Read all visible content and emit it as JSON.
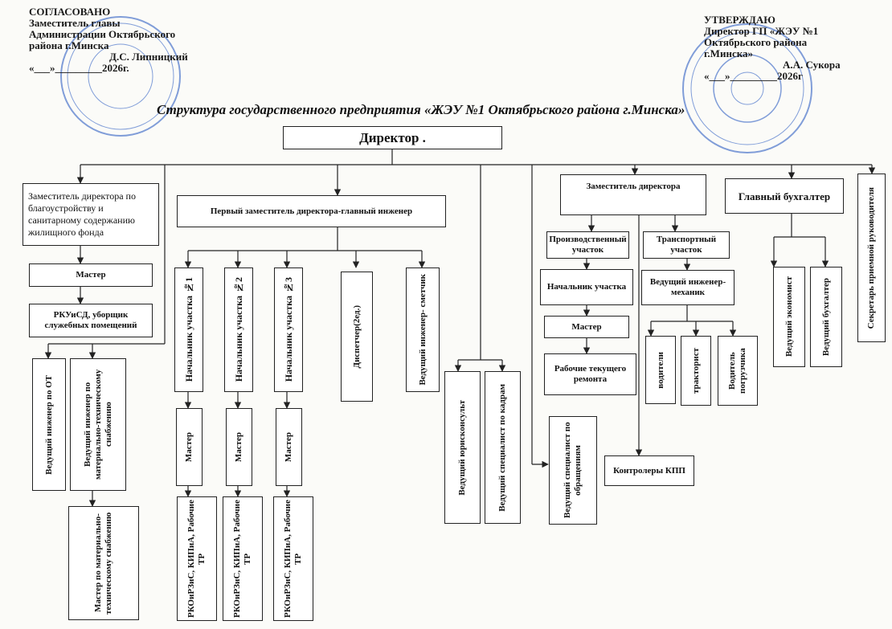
{
  "approval_left": {
    "line1": "СОГЛАСОВАНО",
    "line2": "Заместитель главы",
    "line3": "Администрации Октябрьского",
    "line4": " района г.Минска",
    "line5": "Д.С. Липницкий",
    "line6": "«___»_________2026г."
  },
  "approval_right": {
    "line1": "УТВЕРЖДАЮ",
    "line2": "Директор ГП «ЖЭУ №1",
    "line3": "Октябрьского района",
    "line4": "г.Минска»",
    "line5": "А.А. Сукора",
    "line6": "«___»_________2026г"
  },
  "title": "Структура государственного предприятия «ЖЭУ №1 Октябрьского района г.Минска»",
  "nodes": {
    "director": "Директор             .",
    "deputy_improvement": "Заместитель директора по благоустройству и санитарному содержанию жилищного фонда",
    "master_left": "Мастер",
    "rkuisd": "РКУиСД, уборщик служебных помещений",
    "engineer_ot": "Ведущий инженер по ОТ",
    "engineer_mts": "Ведущий инженер по материально-техническому снабжению",
    "master_mts": "Мастер по материально-техническому снабжению",
    "first_deputy": "Первый заместитель директора-главный инженер",
    "chief_1": "Начальник участка №1",
    "chief_2": "Начальник участка №2",
    "chief_3": "Начальник участка №3",
    "master_1": "Мастер",
    "master_2": "Мастер",
    "master_3": "Мастер",
    "workers_1": "РКОиРЗиС, КИПиА, Рабочие ТР",
    "workers_2": "РКОиРЗиС, КИПиА, Рабочие ТР",
    "workers_3": "РКОиРЗиС, КИПиА, Рабочие ТР",
    "dispatcher": "Диспетчер(2ед.)",
    "estimator": "Ведущий инженер- сметчик",
    "lawyer": "Ведущий юрисконсульт",
    "hr": "Ведущий специалист по кадрам",
    "appeals": "Ведущий специалист по обращениям",
    "deputy": "Заместитель директора",
    "production": "Производственный участок",
    "prod_chief": "Начальник участка",
    "prod_master": "Мастер",
    "prod_workers": "Рабочие текущего ремонта",
    "transport": "Транспортный участок",
    "mechanic": "Ведущий инженер-механик",
    "drivers": "водители",
    "tractor": "тракторист",
    "driver_loader": "Водитель погрузчика",
    "kpp": "Контролеры КПП",
    "accountant_chief": "Главный бухгалтер",
    "economist": "Ведущий экономист",
    "accountant": "Ведущий бухгалтер",
    "secretary": "Секретарь приемной руководителя"
  },
  "colors": {
    "stamp": "#2f5fc4",
    "line": "#222222"
  }
}
